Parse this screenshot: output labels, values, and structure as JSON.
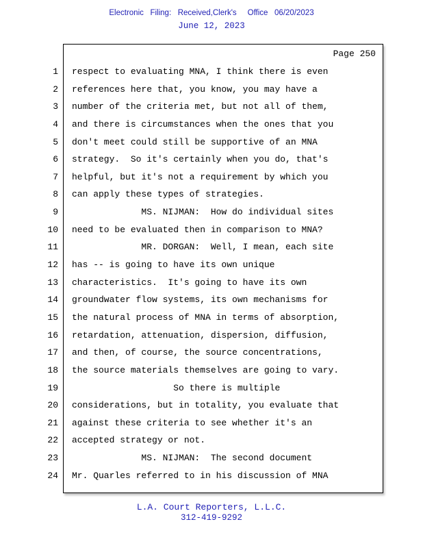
{
  "colors": {
    "header_blue": "#2222b5",
    "text": "#000000"
  },
  "efiling_stamp": {
    "line1": "Electronic   Filing:   Received,Clerk's     Office   06/20/2023",
    "line2": "June 12, 2023"
  },
  "transcript": {
    "page_label": "Page 250",
    "lines": [
      {
        "n": "1",
        "text": "respect to evaluating MNA, I think there is even"
      },
      {
        "n": "2",
        "text": "references here that, you know, you may have a"
      },
      {
        "n": "3",
        "text": "number of the criteria met, but not all of them,"
      },
      {
        "n": "4",
        "text": "and there is circumstances when the ones that you"
      },
      {
        "n": "5",
        "text": "don't meet could still be supportive of an MNA"
      },
      {
        "n": "6",
        "text": "strategy.  So it's certainly when you do, that's"
      },
      {
        "n": "7",
        "text": "helpful, but it's not a requirement by which you"
      },
      {
        "n": "8",
        "text": "can apply these types of strategies."
      },
      {
        "n": "9",
        "text": "             MS. NIJMAN:  How do individual sites"
      },
      {
        "n": "10",
        "text": "need to be evaluated then in comparison to MNA?"
      },
      {
        "n": "11",
        "text": "             MR. DORGAN:  Well, I mean, each site"
      },
      {
        "n": "12",
        "text": "has -- is going to have its own unique"
      },
      {
        "n": "13",
        "text": "characteristics.  It's going to have its own"
      },
      {
        "n": "14",
        "text": "groundwater flow systems, its own mechanisms for"
      },
      {
        "n": "15",
        "text": "the natural process of MNA in terms of absorption,"
      },
      {
        "n": "16",
        "text": "retardation, attenuation, dispersion, diffusion,"
      },
      {
        "n": "17",
        "text": "and then, of course, the source concentrations,"
      },
      {
        "n": "18",
        "text": "the source materials themselves are going to vary."
      },
      {
        "n": "19",
        "text": "                   So there is multiple"
      },
      {
        "n": "20",
        "text": "considerations, but in totality, you evaluate that"
      },
      {
        "n": "21",
        "text": "against these criteria to see whether it's an"
      },
      {
        "n": "22",
        "text": "accepted strategy or not."
      },
      {
        "n": "23",
        "text": "             MS. NIJMAN:  The second document"
      },
      {
        "n": "24",
        "text": "Mr. Quarles referred to in his discussion of MNA"
      }
    ]
  },
  "footer": {
    "line1": "L.A. Court Reporters, L.L.C.",
    "line2": "312-419-9292"
  }
}
